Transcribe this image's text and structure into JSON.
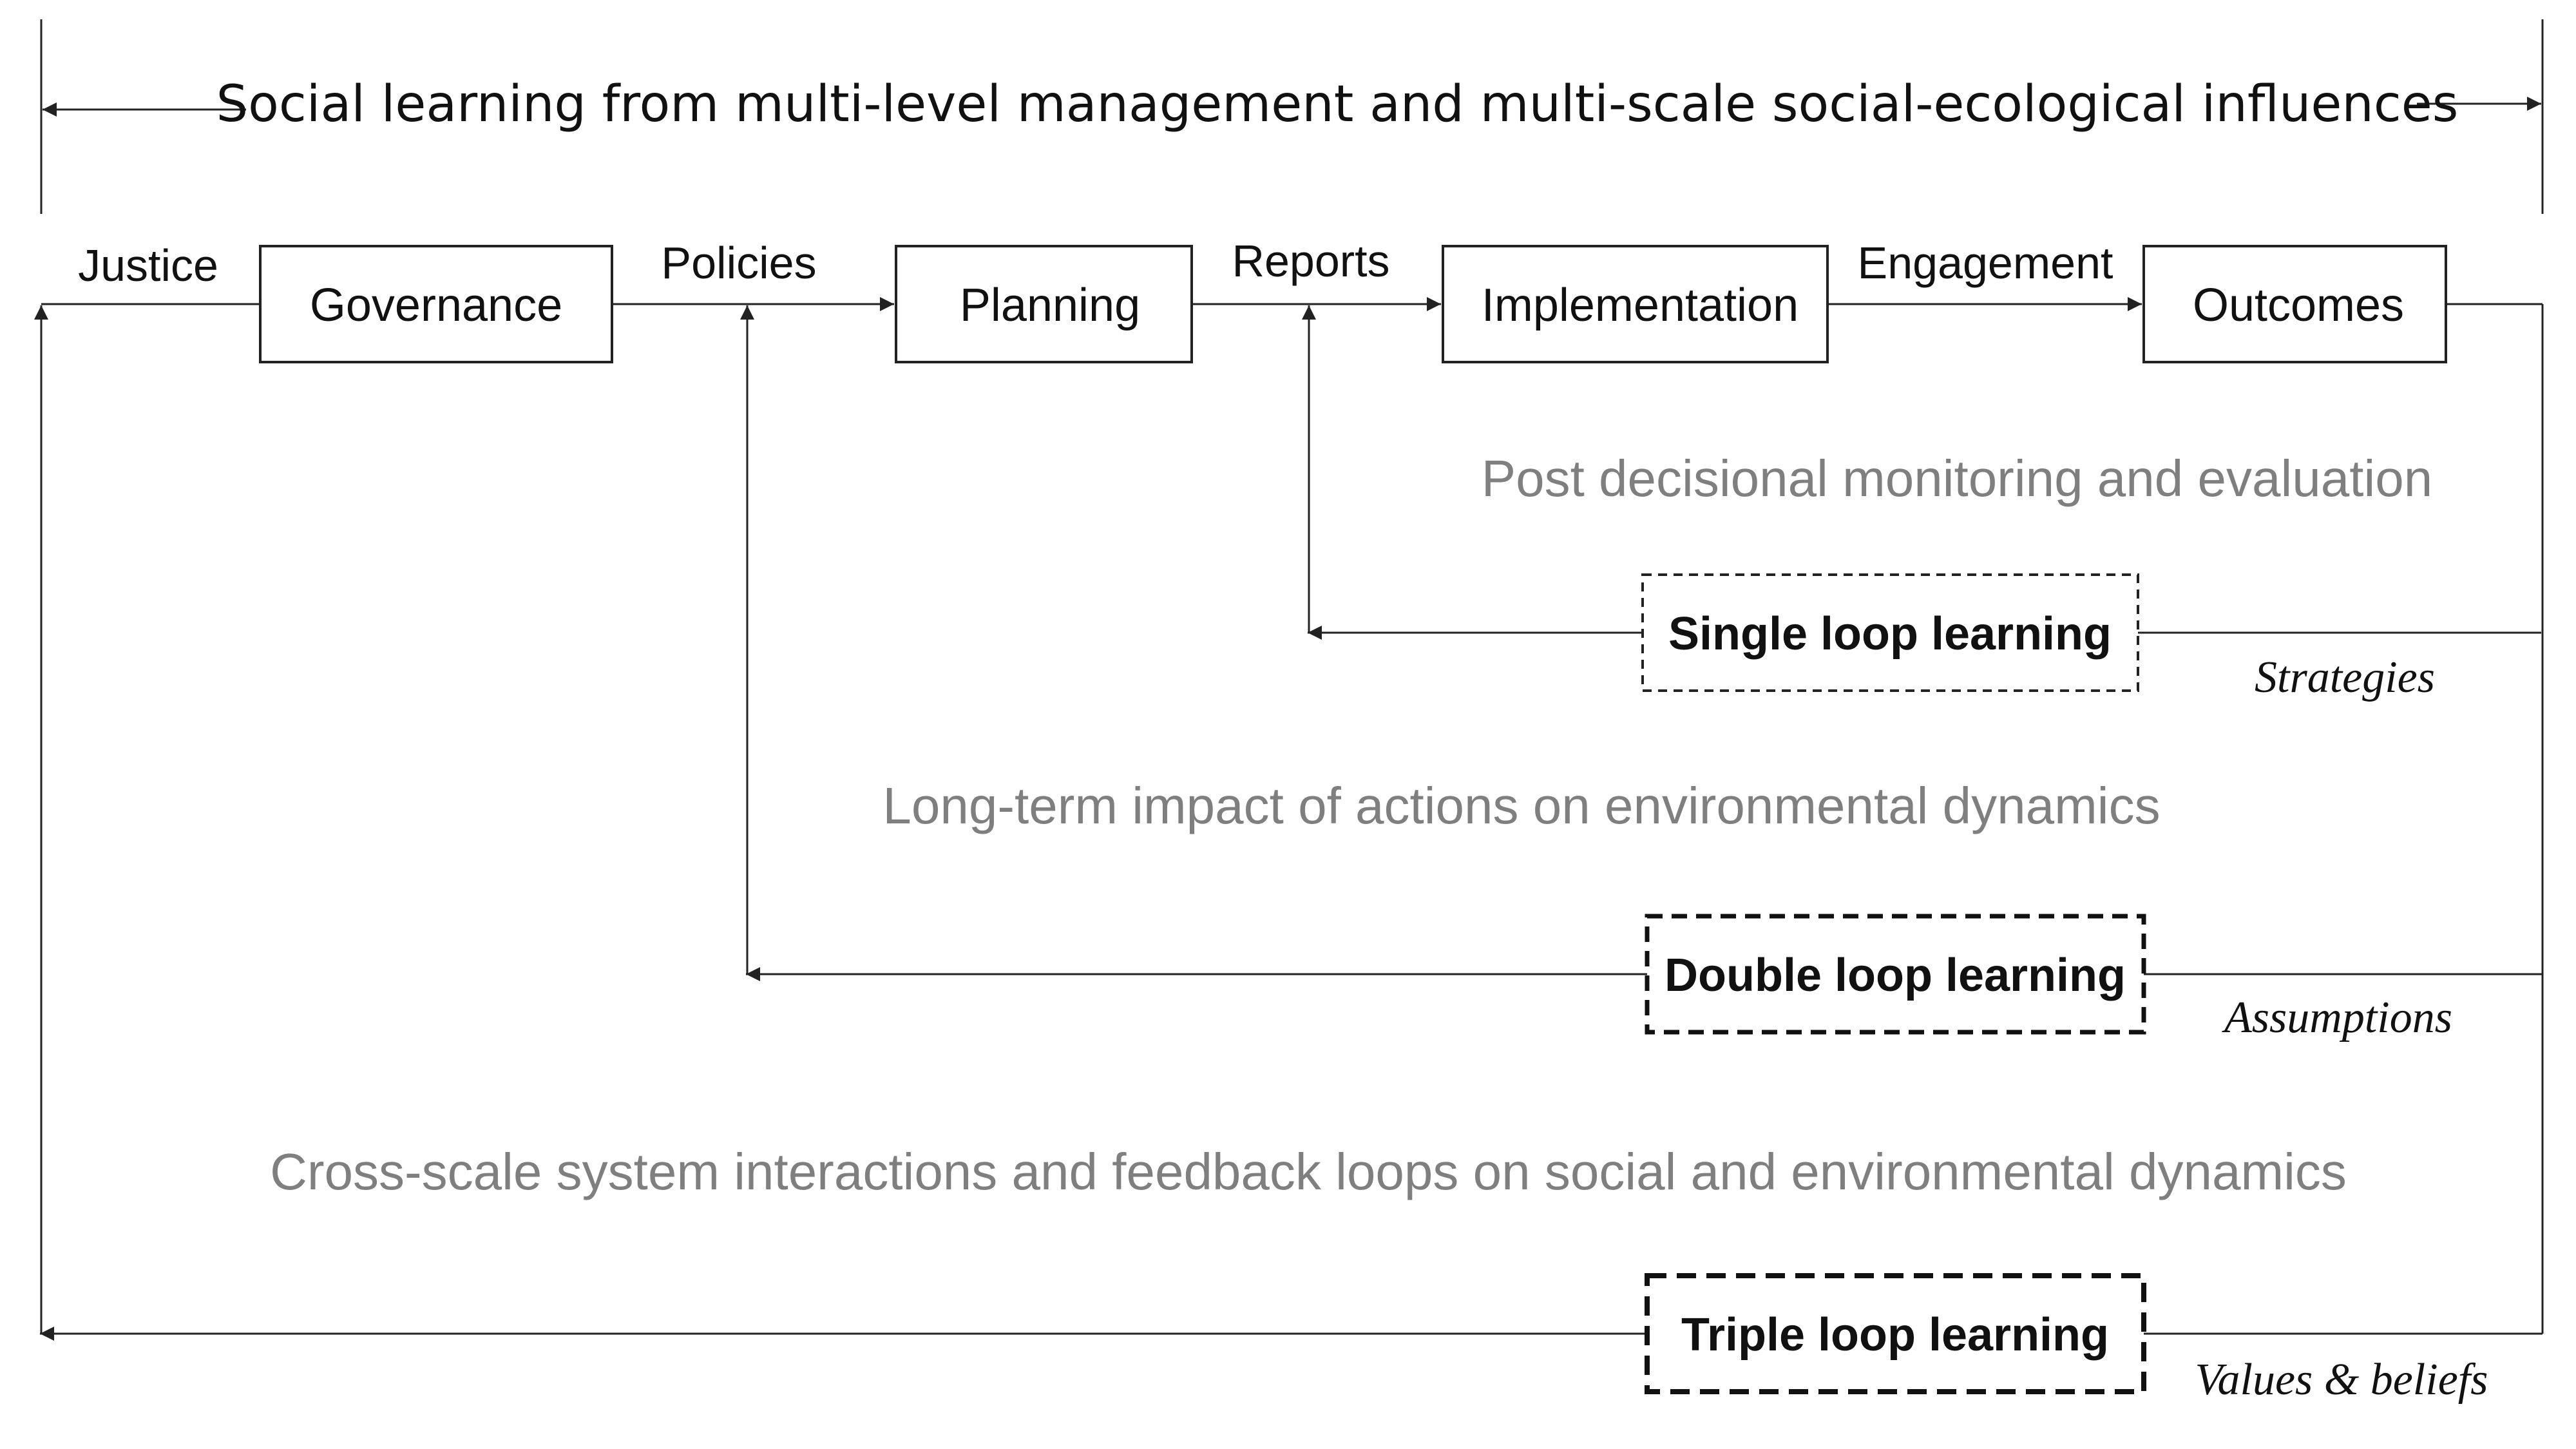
{
  "title": "Social learning from multi-level management and multi-scale social-ecological influences",
  "flow": {
    "justice": "Justice",
    "governance": "Governance",
    "policies": "Policies",
    "planning": "Planning",
    "reports": "Reports",
    "implementation": "Implementation",
    "engagement": "Engagement",
    "outcomes": "Outcomes"
  },
  "feedback": {
    "monitoring": "Post decisional monitoring and evaluation",
    "long_term": "Long-term impact of actions on environmental dynamics",
    "cross_scale": "Cross-scale system interactions and feedback loops on social and environmental dynamics"
  },
  "loops": {
    "single": "Single loop learning",
    "double": "Double loop learning",
    "triple": "Triple loop learning"
  },
  "loop_focus": {
    "strategies": "Strategies",
    "assumptions": "Assumptions",
    "values": "Values & beliefs"
  }
}
